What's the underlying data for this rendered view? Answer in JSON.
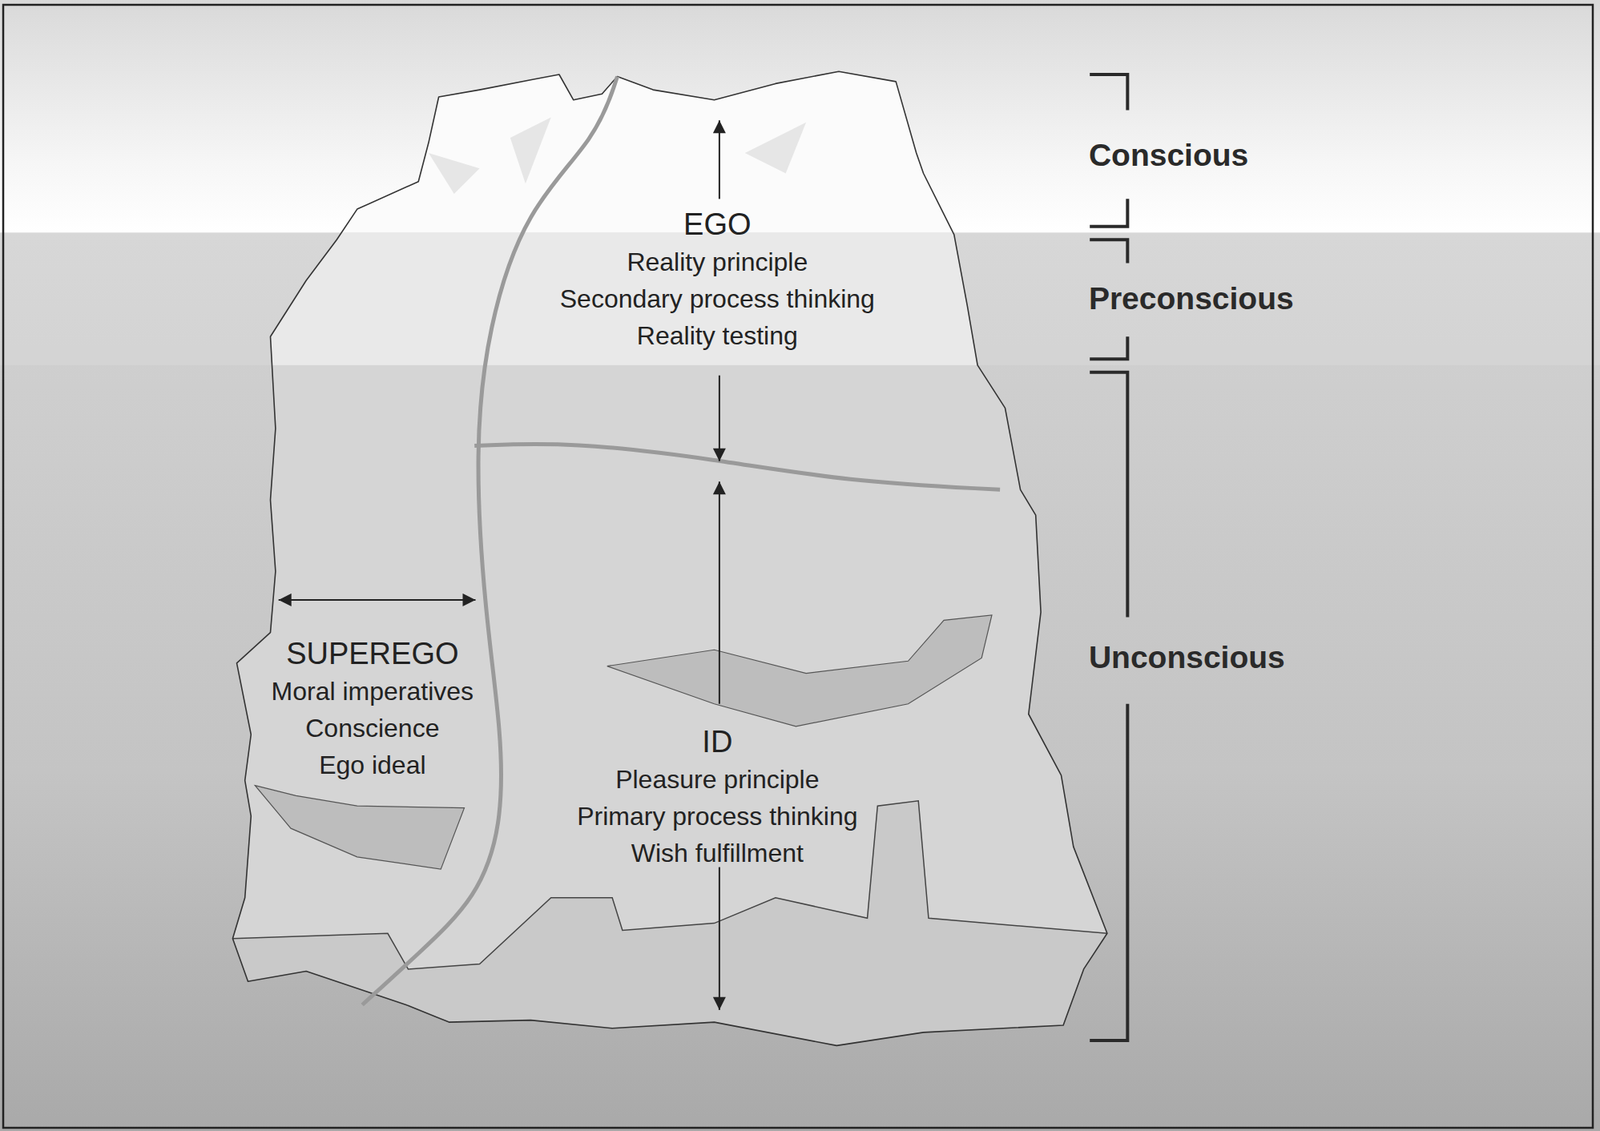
{
  "diagram": {
    "nodes": [
      {
        "text": [
          "EGO",
          "Reality principle",
          "Secondary process thinking",
          "Reality testing"
        ]
      },
      {
        "text": [
          "SUPEREGO",
          "Moral imperatives",
          "Conscience",
          "Ego ideal"
        ]
      },
      {
        "text": [
          "ID",
          "Pleasure principle",
          "Primary process thinking",
          "Wish fulfillment"
        ]
      }
    ],
    "labels": [
      "Conscious",
      "Preconscious",
      "Unconscious"
    ]
  }
}
